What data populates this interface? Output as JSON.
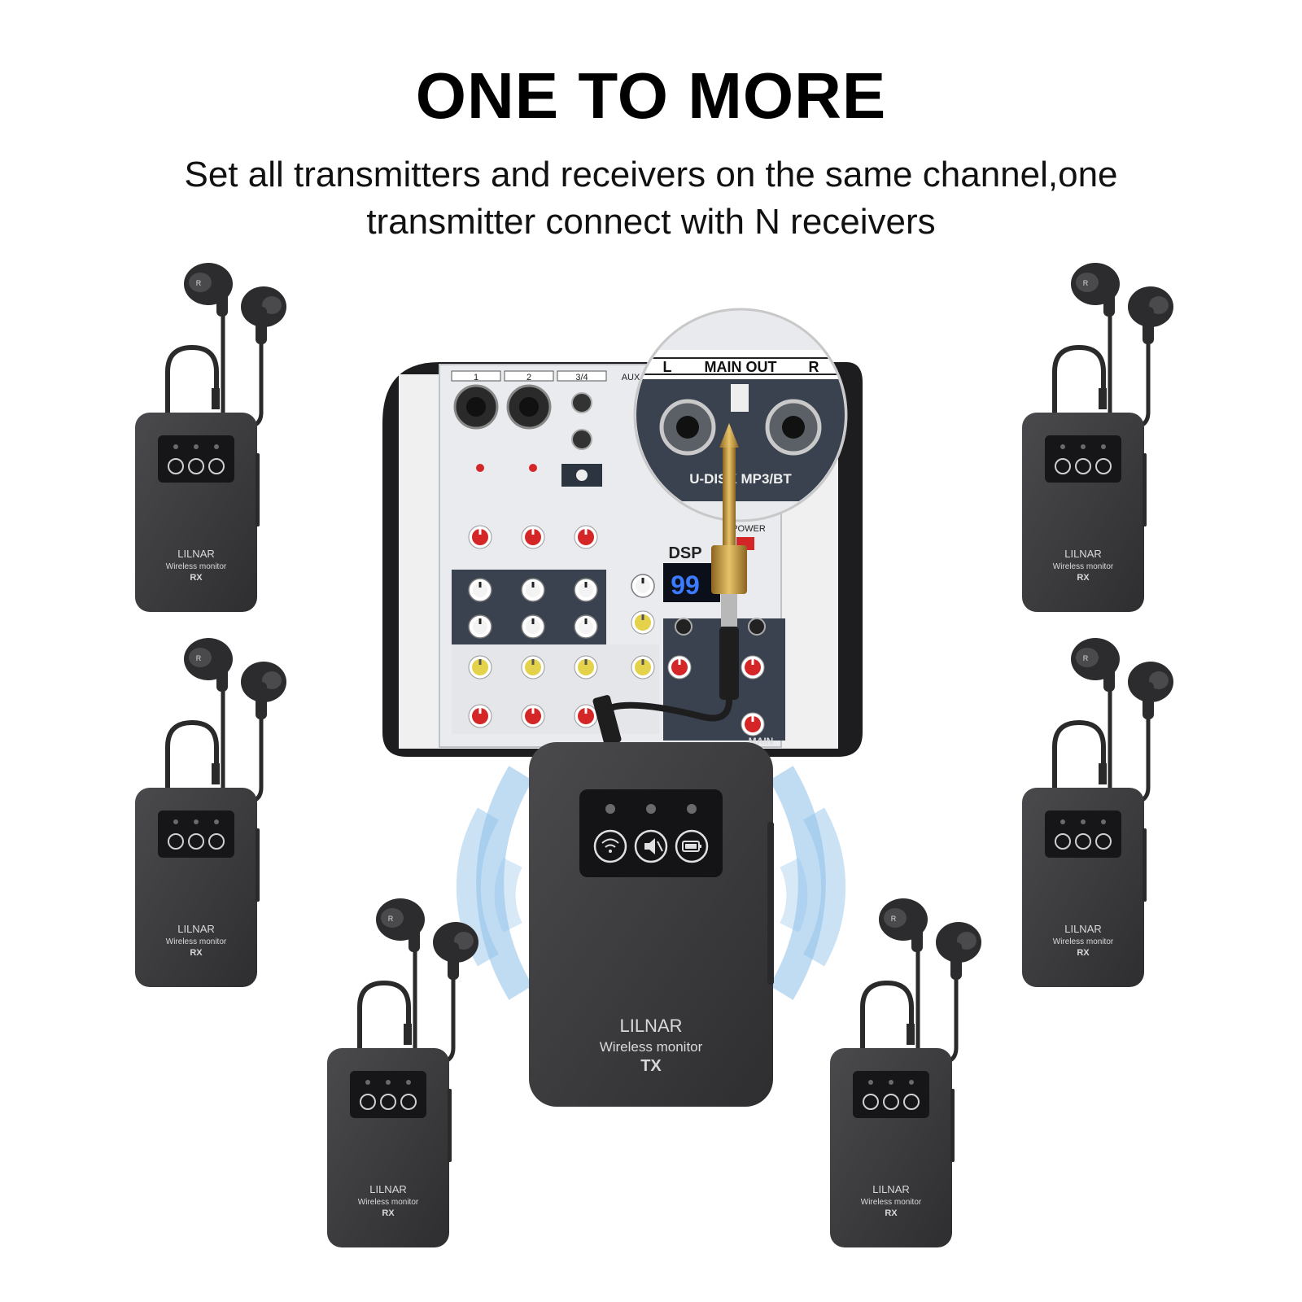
{
  "header": {
    "title": "ONE TO MORE",
    "subtitle_line1": "Set all transmitters and receivers on the same channel,one",
    "subtitle_line2": "transmitter connect with N receivers"
  },
  "transmitter": {
    "brand": "LILNAR",
    "product": "Wireless monitor",
    "model": "TX"
  },
  "receiver": {
    "brand": "LILNAR",
    "product": "Wireless monitor",
    "model": "RX",
    "earbud_mark": "R"
  },
  "mixer": {
    "zoom_label_left": "L",
    "zoom_label_main": "MAIN OUT",
    "zoom_label_right": "R",
    "zoom_label_bottom": "U-DISK MP3/BT",
    "channel_1": "1",
    "channel_2": "2",
    "channel_34": "3/4",
    "channel_aux": "AUX",
    "display_value": "99",
    "dsp_label": "DSP",
    "power_label": "POWER",
    "main_label": "MAIN"
  },
  "colors": {
    "device_body": "#3b3b3d",
    "device_dark": "#1f1f21",
    "signal_wave": "#7fb6e6",
    "mixer_panel": "#e9ebee",
    "knob_red": "#d42626",
    "knob_yellow": "#e4d24a",
    "gold_adapter": "#c79a3a"
  }
}
